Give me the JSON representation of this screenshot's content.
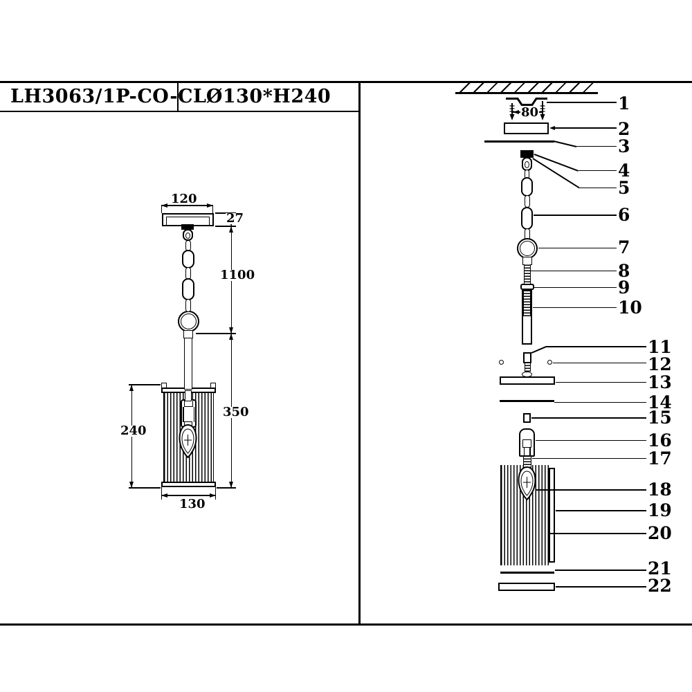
{
  "title_block": {
    "model": "LH3063/1P-CO-CL",
    "spec": "Ø130*H240"
  },
  "left_view": {
    "dim_canopy_width": "120",
    "dim_canopy_height": "27",
    "dim_drop": "1100",
    "dim_body": "350",
    "dim_shade_height": "240",
    "dim_shade_diameter": "130"
  },
  "right_view": {
    "dim_mount_spacing": "80",
    "callouts": [
      {
        "label": "1"
      },
      {
        "label": "2"
      },
      {
        "label": "3"
      },
      {
        "label": "4"
      },
      {
        "label": "5"
      },
      {
        "label": "6"
      },
      {
        "label": "7"
      },
      {
        "label": "8"
      },
      {
        "label": "9"
      },
      {
        "label": "10"
      },
      {
        "label": "11"
      },
      {
        "label": "12"
      },
      {
        "label": "13"
      },
      {
        "label": "14"
      },
      {
        "label": "15"
      },
      {
        "label": "16"
      },
      {
        "label": "17"
      },
      {
        "label": "18"
      },
      {
        "label": "19"
      },
      {
        "label": "20"
      },
      {
        "label": "21"
      },
      {
        "label": "22"
      }
    ]
  }
}
